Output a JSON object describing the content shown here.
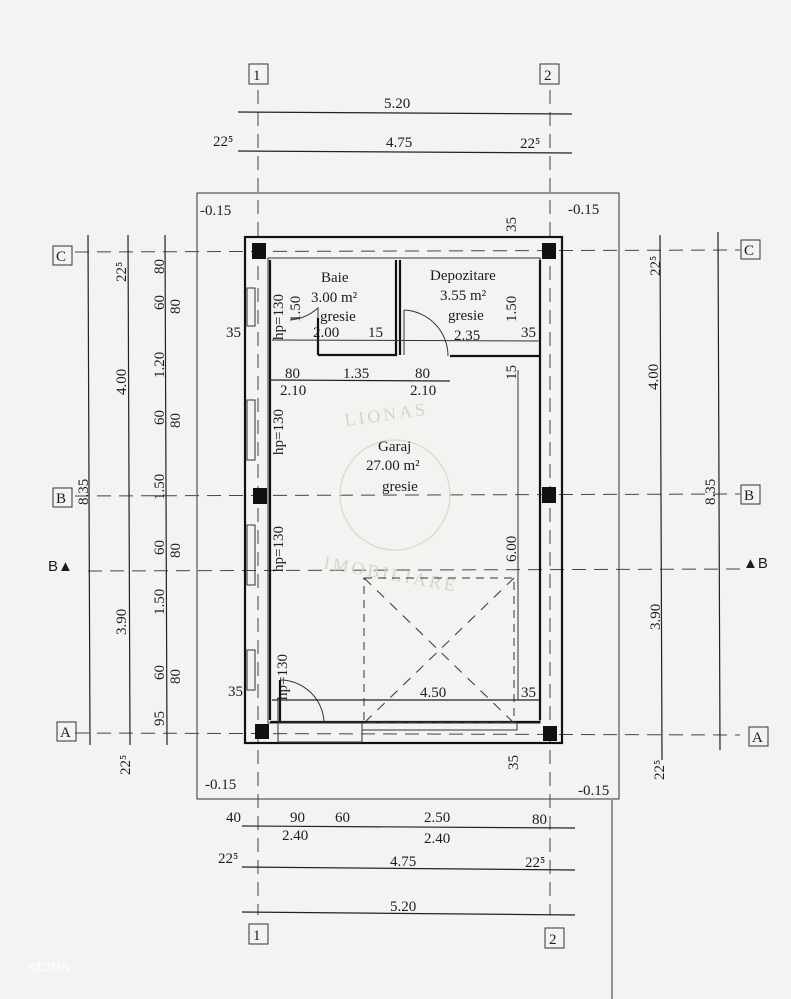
{
  "grid_axes": {
    "h1": "1",
    "h2": "2",
    "vA": "A",
    "vB": "B",
    "vC": "C"
  },
  "section": {
    "left": "B▲",
    "right": "▲B"
  },
  "levels": {
    "tl": "-0.15",
    "tr": "-0.15",
    "bl": "-0.15",
    "br": "-0.15"
  },
  "top_dims": {
    "total": "5.20",
    "inner": "4.75",
    "left_offset": "22⁵",
    "right_offset": "22⁵"
  },
  "bottom_dims": {
    "d40": "40",
    "d90": "90",
    "d240a": "2.40",
    "d60": "60",
    "d250": "2.50",
    "d240b": "2.40",
    "d80": "80",
    "left_offset": "22⁵",
    "inner": "4.75",
    "right_offset": "22⁵",
    "total": "5.20"
  },
  "left_dims": {
    "total": "8.35",
    "c1": "22⁵",
    "c2": "4.00",
    "c3": "3.90",
    "c4": "22⁵",
    "w1": "80",
    "w2a": "60",
    "w2b": "80",
    "w3": "1.20",
    "w4a": "60",
    "w4b": "80",
    "w5": "1.50",
    "w6a": "60",
    "w6b": "80",
    "w7": "1.50",
    "w8a": "60",
    "w8b": "80",
    "w9": "95"
  },
  "right_dims": {
    "total": "8.35",
    "c1": "22⁵",
    "c2": "4.00",
    "c3": "3.90",
    "c4": "22⁵"
  },
  "rooms": [
    {
      "name": "Baie",
      "area": "3.00 m²",
      "finish": "gresie"
    },
    {
      "name": "Depozitare",
      "area": "3.55 m²",
      "finish": "gresie"
    },
    {
      "name": "Garaj",
      "area": "27.00 m²",
      "finish": "gresie"
    }
  ],
  "interior_dims": {
    "baie_h": "1.50",
    "baie_w": "2.00",
    "baie_15": "15",
    "dep_w": "2.35",
    "dep_h": "1.50",
    "dep_35": "35",
    "left_35": "35",
    "d80a": "80",
    "d210a": "2.10",
    "d135": "1.35",
    "d80b": "80",
    "d210b": "2.10",
    "v15": "15",
    "top35": "35",
    "garaj_h": "6.00",
    "garaj_w": "4.50",
    "bl35": "35",
    "br35": "35",
    "b35": "35"
  },
  "windows": {
    "hp1": "hp=130",
    "hp2": "hp=130",
    "hp3": "hp=130",
    "hp4": "hp=130"
  },
  "watermark": {
    "top": "LIONAS",
    "bottom": "IMOBILIARE"
  },
  "brand": "storia"
}
